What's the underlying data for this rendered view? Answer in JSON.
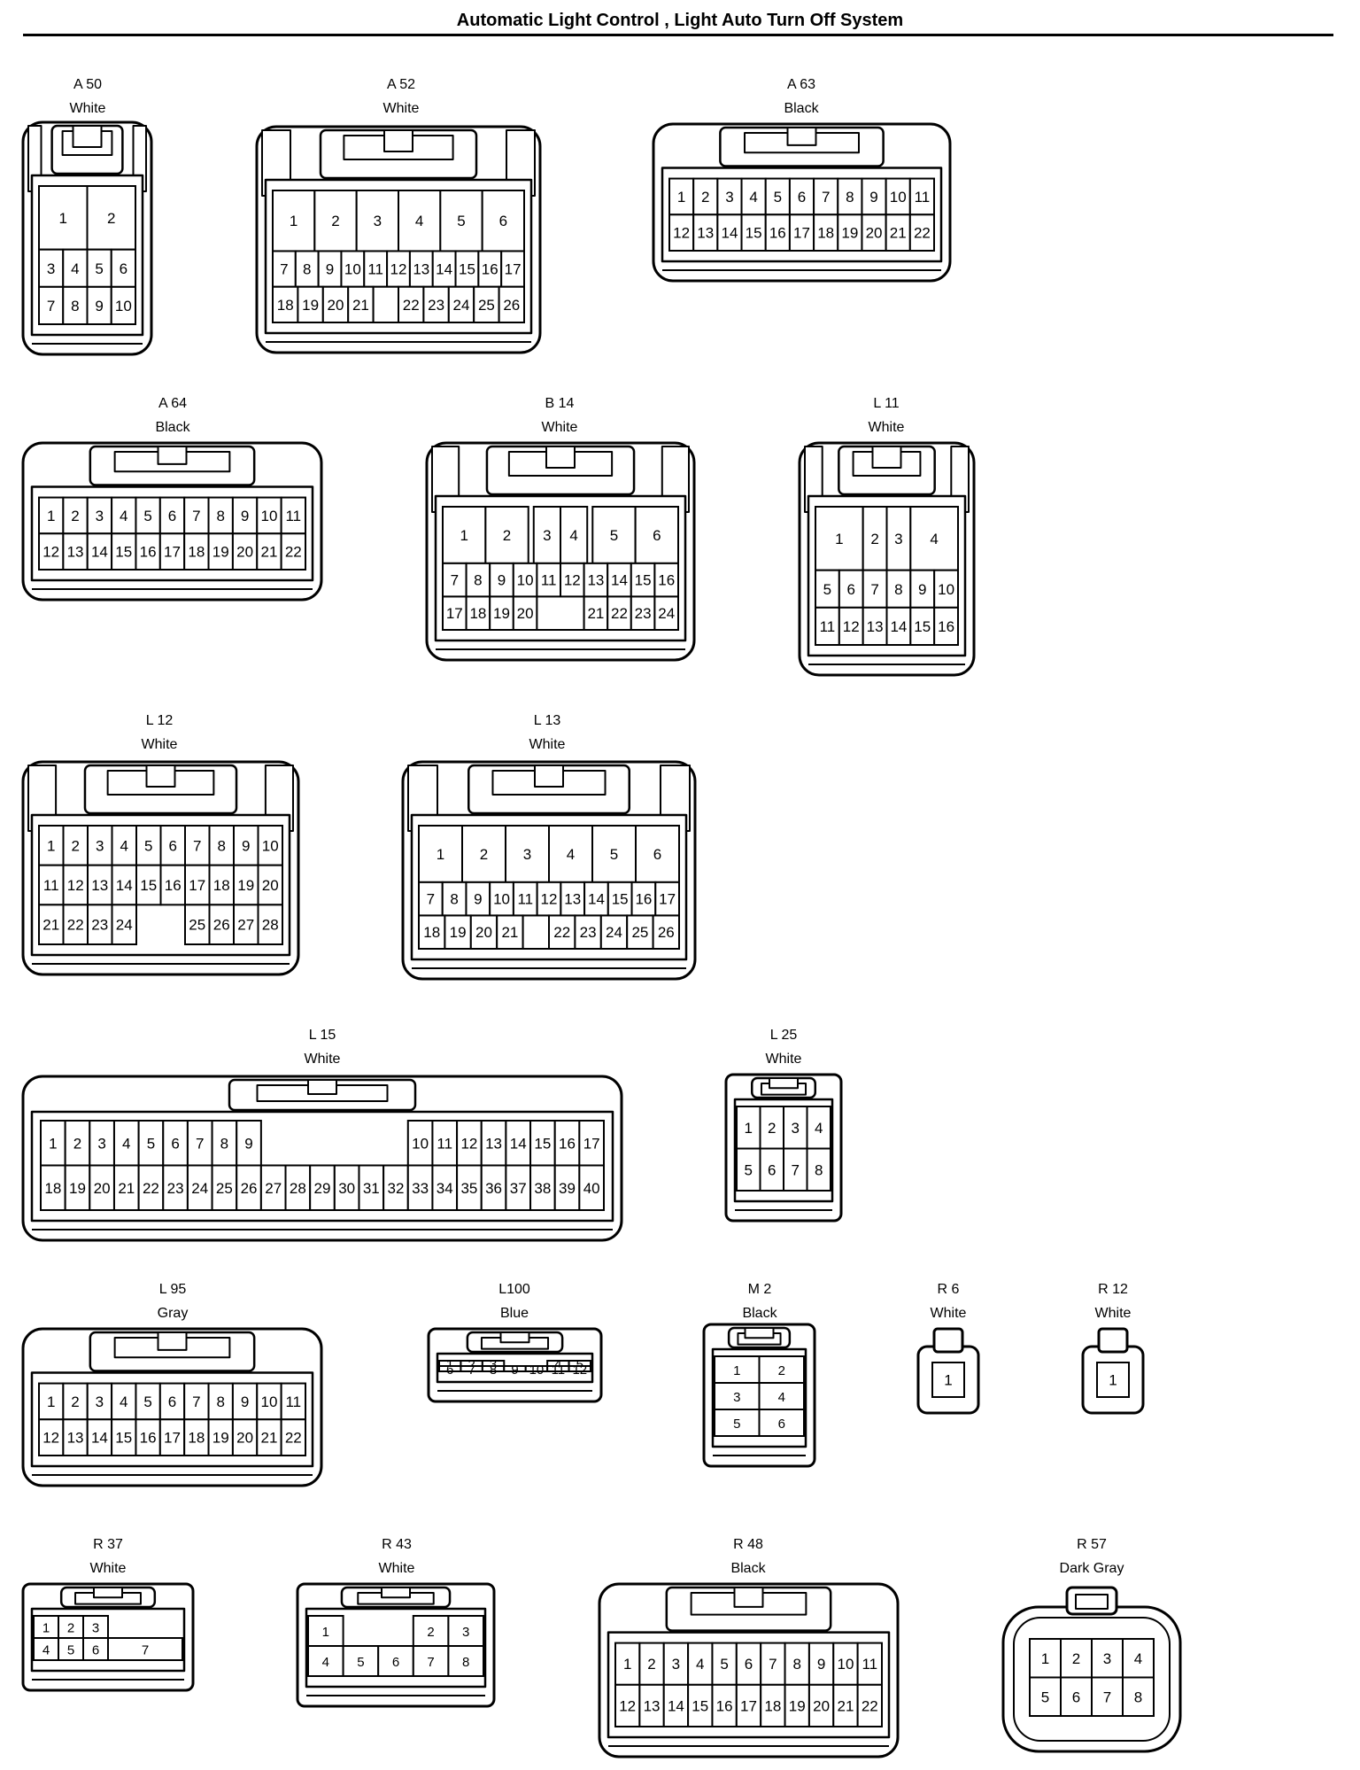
{
  "page": {
    "title": "Automatic Light Control , Light Auto Turn Off System"
  },
  "connectors": [
    {
      "id": "A 50",
      "color": "White",
      "style": "tall_narrow",
      "rows": [
        [
          {
            "p": "1",
            "w": 1.5
          },
          {
            "p": "2",
            "w": 1.5
          }
        ],
        [
          "3",
          "4",
          "5",
          "6"
        ],
        [
          "7",
          "8",
          "9",
          "10"
        ]
      ]
    },
    {
      "id": "A 52",
      "color": "White",
      "style": "big6",
      "rows": [
        [
          "1",
          "2",
          "3",
          "4",
          "5",
          "6"
        ],
        [
          "7",
          "8",
          "9",
          "10",
          "11",
          "12",
          "13",
          "14",
          "15",
          "16",
          "17"
        ],
        [
          "18",
          "19",
          "20",
          "21",
          {
            "p": "",
            "key": true
          },
          "22",
          "23",
          "24",
          "25",
          "26"
        ]
      ]
    },
    {
      "id": "A 63",
      "color": "Black",
      "style": "wide",
      "rows": [
        [
          "1",
          "2",
          "3",
          "4",
          "5",
          "6",
          "7",
          "8",
          "9",
          "10",
          "11"
        ],
        [
          "12",
          "13",
          "14",
          "15",
          "16",
          "17",
          "18",
          "19",
          "20",
          "21",
          "22"
        ]
      ]
    },
    {
      "id": "A 64",
      "color": "Black",
      "style": "wide",
      "rows": [
        [
          "1",
          "2",
          "3",
          "4",
          "5",
          "6",
          "7",
          "8",
          "9",
          "10",
          "11"
        ],
        [
          "12",
          "13",
          "14",
          "15",
          "16",
          "17",
          "18",
          "19",
          "20",
          "21",
          "22"
        ]
      ]
    },
    {
      "id": "B 14",
      "color": "White",
      "style": "big6",
      "rows": [
        [
          {
            "p": "1",
            "w": 1.6
          },
          {
            "p": "2",
            "w": 1.6
          },
          {
            "p": "",
            "blank": true,
            "w": 0.2
          },
          "3",
          "4",
          {
            "p": "",
            "blank": true,
            "w": 0.2
          },
          {
            "p": "5",
            "w": 1.6
          },
          {
            "p": "6",
            "w": 1.6
          }
        ],
        [
          "7",
          "8",
          "9",
          "10",
          "11",
          "12",
          "13",
          "14",
          "15",
          "16"
        ],
        [
          "17",
          "18",
          "19",
          "20",
          {
            "p": "",
            "key": true,
            "w": 2
          },
          "21",
          "22",
          "23",
          "24"
        ]
      ]
    },
    {
      "id": "L 11",
      "color": "White",
      "style": "tall_narrow",
      "rows": [
        [
          {
            "p": "1",
            "w": 2
          },
          "2",
          "3",
          {
            "p": "4",
            "w": 2
          }
        ],
        [
          "5",
          "6",
          "7",
          "8",
          "9",
          "10"
        ],
        [
          "11",
          "12",
          "13",
          "14",
          "15",
          "16"
        ]
      ]
    },
    {
      "id": "L 12",
      "color": "White",
      "style": "big6",
      "rows": [
        [
          "1",
          "2",
          "3",
          "4",
          "5",
          "6",
          "7",
          "8",
          "9",
          "10"
        ],
        [
          "11",
          "12",
          "13",
          "14",
          "15",
          "16",
          "17",
          "18",
          "19",
          "20"
        ],
        [
          "21",
          "22",
          "23",
          "24",
          {
            "p": "",
            "blank": true,
            "w": 2
          },
          "25",
          "26",
          "27",
          "28"
        ]
      ]
    },
    {
      "id": "L 13",
      "color": "White",
      "style": "big6",
      "rows": [
        [
          "1",
          "2",
          "3",
          "4",
          "5",
          "6"
        ],
        [
          "7",
          "8",
          "9",
          "10",
          "11",
          "12",
          "13",
          "14",
          "15",
          "16",
          "17"
        ],
        [
          "18",
          "19",
          "20",
          "21",
          {
            "p": "",
            "key": true
          },
          "22",
          "23",
          "24",
          "25",
          "26"
        ]
      ]
    },
    {
      "id": "L 15",
      "color": "White",
      "style": "xwide",
      "rows": [
        [
          "1",
          "2",
          "3",
          "4",
          "5",
          "6",
          "7",
          "8",
          "9",
          {
            "p": "",
            "blank": true,
            "w": 6
          },
          "10",
          "11",
          "12",
          "13",
          "14",
          "15",
          "16",
          "17"
        ],
        [
          "18",
          "19",
          "20",
          "21",
          "22",
          "23",
          "24",
          "25",
          "26",
          "27",
          "28",
          "29",
          "30",
          "31",
          "32",
          "33",
          "34",
          "35",
          "36",
          "37",
          "38",
          "39",
          "40"
        ]
      ]
    },
    {
      "id": "L 25",
      "color": "White",
      "style": "small",
      "rows": [
        [
          "1",
          "2",
          "3",
          "4"
        ],
        [
          "5",
          "6",
          "7",
          "8"
        ]
      ]
    },
    {
      "id": "L 95",
      "color": "Gray",
      "style": "wide",
      "rows": [
        [
          "1",
          "2",
          "3",
          "4",
          "5",
          "6",
          "7",
          "8",
          "9",
          "10",
          "11"
        ],
        [
          "12",
          "13",
          "14",
          "15",
          "16",
          "17",
          "18",
          "19",
          "20",
          "21",
          "22"
        ]
      ]
    },
    {
      "id": "L100",
      "color": "Blue",
      "style": "small",
      "rows": [
        [
          "1",
          "2",
          "3",
          {
            "p": "",
            "blank": true,
            "w": 2
          },
          "4",
          "5"
        ],
        [
          "6",
          "7",
          "8",
          "9",
          "10",
          "11",
          "12"
        ]
      ]
    },
    {
      "id": "M 2",
      "color": "Black",
      "style": "small",
      "rows": [
        [
          "1",
          "2"
        ],
        [
          "3",
          "4"
        ],
        [
          "5",
          "6"
        ]
      ]
    },
    {
      "id": "R 6",
      "color": "White",
      "style": "tiny",
      "rows": [
        [
          "1"
        ]
      ]
    },
    {
      "id": "R 12",
      "color": "White",
      "style": "tiny",
      "rows": [
        [
          "1"
        ]
      ]
    },
    {
      "id": "R 37",
      "color": "White",
      "style": "small",
      "rows": [
        [
          "1",
          "2",
          "3",
          {
            "p": "",
            "blank": true,
            "w": 3
          }
        ],
        [
          "4",
          "5",
          "6",
          {
            "p": "7",
            "w": 3
          }
        ]
      ]
    },
    {
      "id": "R 43",
      "color": "White",
      "style": "small",
      "rows": [
        [
          "1",
          {
            "p": "",
            "blank": true,
            "w": 2
          },
          "2",
          "3"
        ],
        [
          "4",
          "5",
          "6",
          "7",
          "8"
        ]
      ]
    },
    {
      "id": "R 48",
      "color": "Black",
      "style": "wide",
      "rows": [
        [
          "1",
          "2",
          "3",
          "4",
          "5",
          "6",
          "7",
          "8",
          "9",
          "10",
          "11"
        ],
        [
          "12",
          "13",
          "14",
          "15",
          "16",
          "17",
          "18",
          "19",
          "20",
          "21",
          "22"
        ]
      ]
    },
    {
      "id": "R 57",
      "color": "Dark Gray",
      "style": "round",
      "rows": [
        [
          "1",
          "2",
          "3",
          "4"
        ],
        [
          "5",
          "6",
          "7",
          "8"
        ]
      ]
    }
  ]
}
